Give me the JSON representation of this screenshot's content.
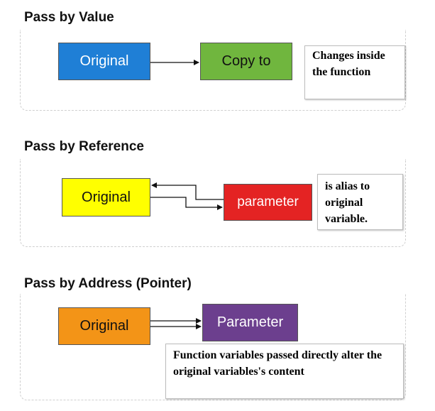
{
  "sections": [
    {
      "heading": "Pass by Value",
      "source_label": "Original",
      "target_label": "Copy to",
      "note": "Changes inside the function"
    },
    {
      "heading": "Pass by Reference",
      "source_label": "Original",
      "target_label": "parameter",
      "note": "is alias to original variable."
    },
    {
      "heading": "Pass by Address (Pointer)",
      "source_label": "Original",
      "target_label": "Parameter",
      "note": "Function variables passed directly alter the original variables's content"
    }
  ],
  "colors": {
    "value_source": "#1f7fd6",
    "value_target": "#70b63e",
    "reference_source": "#ffff00",
    "reference_target": "#e42323",
    "address_source": "#f39417",
    "address_target": "#6c3f8e",
    "connector": "#111111"
  }
}
